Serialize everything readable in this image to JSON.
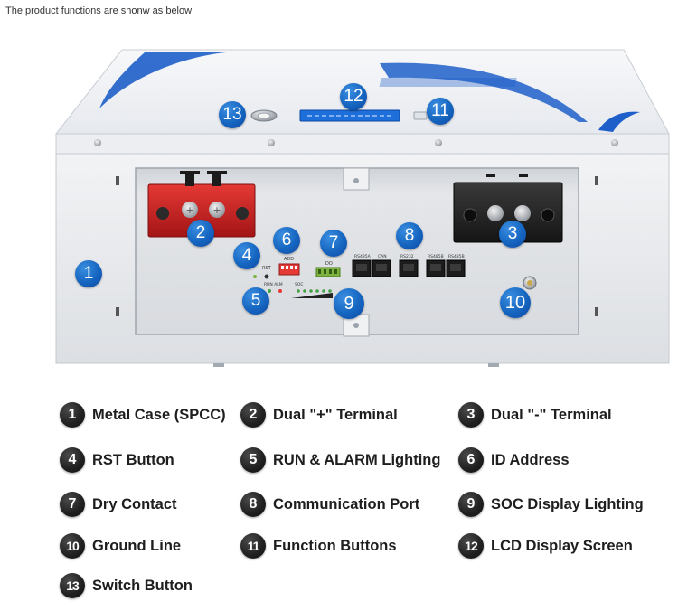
{
  "caption": "The product functions are shonw as below",
  "callouts": [
    {
      "num": "1"
    },
    {
      "num": "2"
    },
    {
      "num": "3"
    },
    {
      "num": "4"
    },
    {
      "num": "5"
    },
    {
      "num": "6"
    },
    {
      "num": "7"
    },
    {
      "num": "8"
    },
    {
      "num": "9"
    },
    {
      "num": "10"
    },
    {
      "num": "11"
    },
    {
      "num": "12"
    },
    {
      "num": "13"
    }
  ],
  "panel_labels": {
    "rst": "RST",
    "run_alm": "RUN  ALM",
    "soc": "SOC",
    "add": "ADD",
    "do": "DO",
    "rs485a": "RS485A",
    "can": "CAN",
    "rs232": "RS232",
    "rs485b1": "RS485B",
    "rs485b2": "RS485B"
  },
  "legend": [
    {
      "num": "1",
      "label": "Metal Case (SPCC)"
    },
    {
      "num": "2",
      "label": "Dual \"+\" Terminal"
    },
    {
      "num": "3",
      "label": "Dual  \"-\"  Terminal"
    },
    {
      "num": "4",
      "label": "RST Button"
    },
    {
      "num": "5",
      "label": "RUN & ALARM Lighting"
    },
    {
      "num": "6",
      "label": "ID Address"
    },
    {
      "num": "7",
      "label": "Dry Contact"
    },
    {
      "num": "8",
      "label": "Communication Port"
    },
    {
      "num": "9",
      "label": "SOC Display Lighting"
    },
    {
      "num": "10",
      "label": "Ground Line"
    },
    {
      "num": "11",
      "label": "Function Buttons"
    },
    {
      "num": "12",
      "label": "LCD Display Screen"
    },
    {
      "num": "13",
      "label": "Switch Button"
    }
  ],
  "colors": {
    "callout_blue": "#1565c0",
    "positive_terminal": "#c62828",
    "negative_terminal": "#2b2b2b",
    "dip_switch": "#e53935",
    "dry_contact": "#7cb342",
    "lcd": "#1e6fd9"
  }
}
